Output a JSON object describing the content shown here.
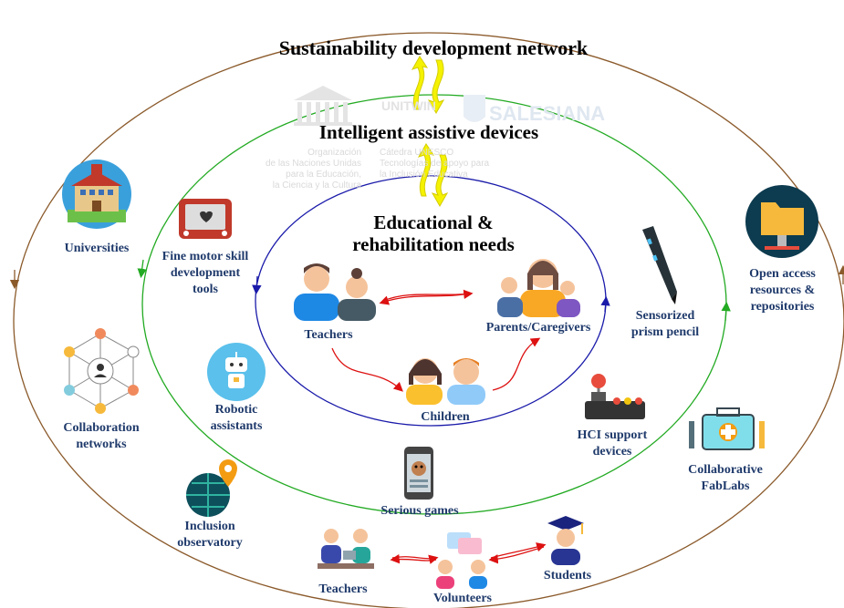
{
  "rings": {
    "outer": "Sustainability development network",
    "middle": "Intelligent assistive devices",
    "inner_line1": "Educational &",
    "inner_line2": "rehabilitation needs"
  },
  "watermark": {
    "org_line1": "Organización",
    "org_line2": "de las Naciones Unidas",
    "org_line3": "para la Educación,",
    "org_line4": "la Ciencia y la Cultura",
    "chair_line1": "Cátedra UNESCO",
    "chair_line2": "Tecnologías de apoyo para",
    "chair_line3": "la Inclusión Educativa",
    "unitwin": "UNITWIN",
    "salesiana": "SALESIANA"
  },
  "inner": {
    "teachers": "Teachers",
    "parents": "Parents/Caregivers",
    "children": "Children"
  },
  "middle": {
    "fine_motor_1": "Fine motor skill",
    "fine_motor_2": "development",
    "fine_motor_3": "tools",
    "robotic_1": "Robotic",
    "robotic_2": "assistants",
    "serious_games": "Serious games",
    "hci_1": "HCI support",
    "hci_2": "devices",
    "pencil_1": "Sensorized",
    "pencil_2": "prism pencil"
  },
  "outer": {
    "universities": "Universities",
    "collab_1": "Collaboration",
    "collab_2": "networks",
    "inclusion_1": "Inclusion",
    "inclusion_2": "observatory",
    "teachers": "Teachers",
    "volunteers": "Volunteers",
    "students": "Students",
    "fablabs_1": "Collaborative",
    "fablabs_2": "FabLabs",
    "open_1": "Open access",
    "open_2": "resources &",
    "open_3": "repositories"
  },
  "colors": {
    "outer_ring": "#8b5a2b",
    "middle_ring": "#22aa22",
    "inner_ring": "#1a1aaa",
    "label": "#1f3a6b",
    "relation_arrow": "#dd1111",
    "flow_arrow": "#f5f200"
  }
}
